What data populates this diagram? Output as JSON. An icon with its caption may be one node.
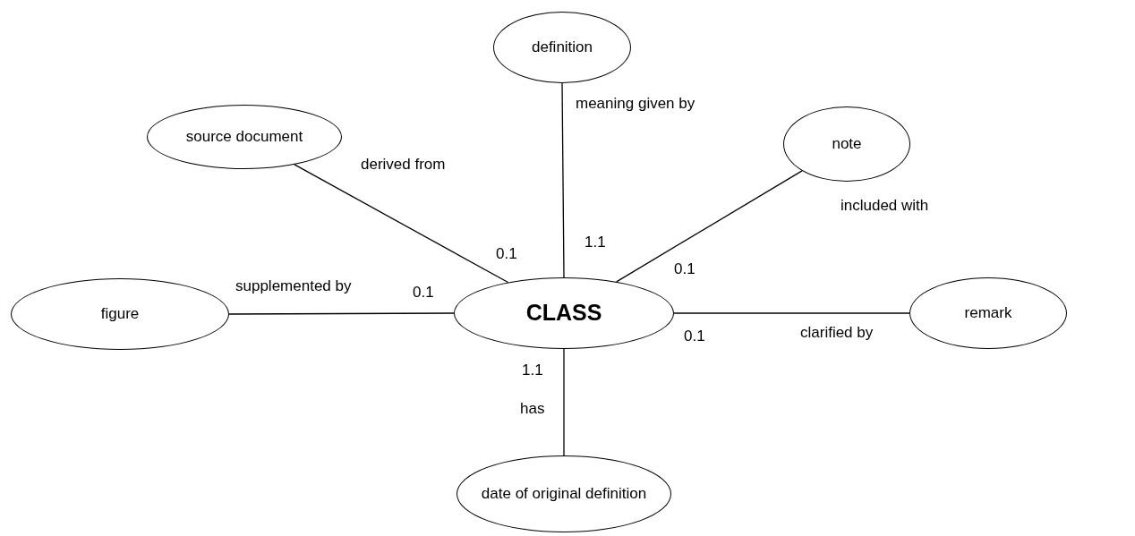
{
  "diagram": {
    "nodes": [
      {
        "text": [
          "definition"
        ]
      },
      {
        "text": [
          "source document"
        ]
      },
      {
        "text": [
          "note"
        ]
      },
      {
        "text": [
          "figure"
        ]
      },
      {
        "text": [
          "CLASS"
        ]
      },
      {
        "text": [
          "remark"
        ]
      },
      {
        "text": [
          "date of original definition"
        ]
      }
    ],
    "edges": [
      {
        "from": 4,
        "to": 0,
        "arrow": "none",
        "label": "meaning given by"
      },
      {
        "from": 4,
        "to": 1,
        "arrow": "none",
        "label": "derived from"
      },
      {
        "from": 4,
        "to": 2,
        "arrow": "none",
        "label": "included with"
      },
      {
        "from": 4,
        "to": 3,
        "arrow": "none",
        "label": "supplemented by"
      },
      {
        "from": 4,
        "to": 5,
        "arrow": "none",
        "label": "clarified by"
      },
      {
        "from": 4,
        "to": 6,
        "arrow": "none",
        "label": "has"
      }
    ],
    "labels": [
      "1.1",
      "0.1",
      "0.1",
      "0.1",
      "0.1",
      "1.1"
    ]
  }
}
